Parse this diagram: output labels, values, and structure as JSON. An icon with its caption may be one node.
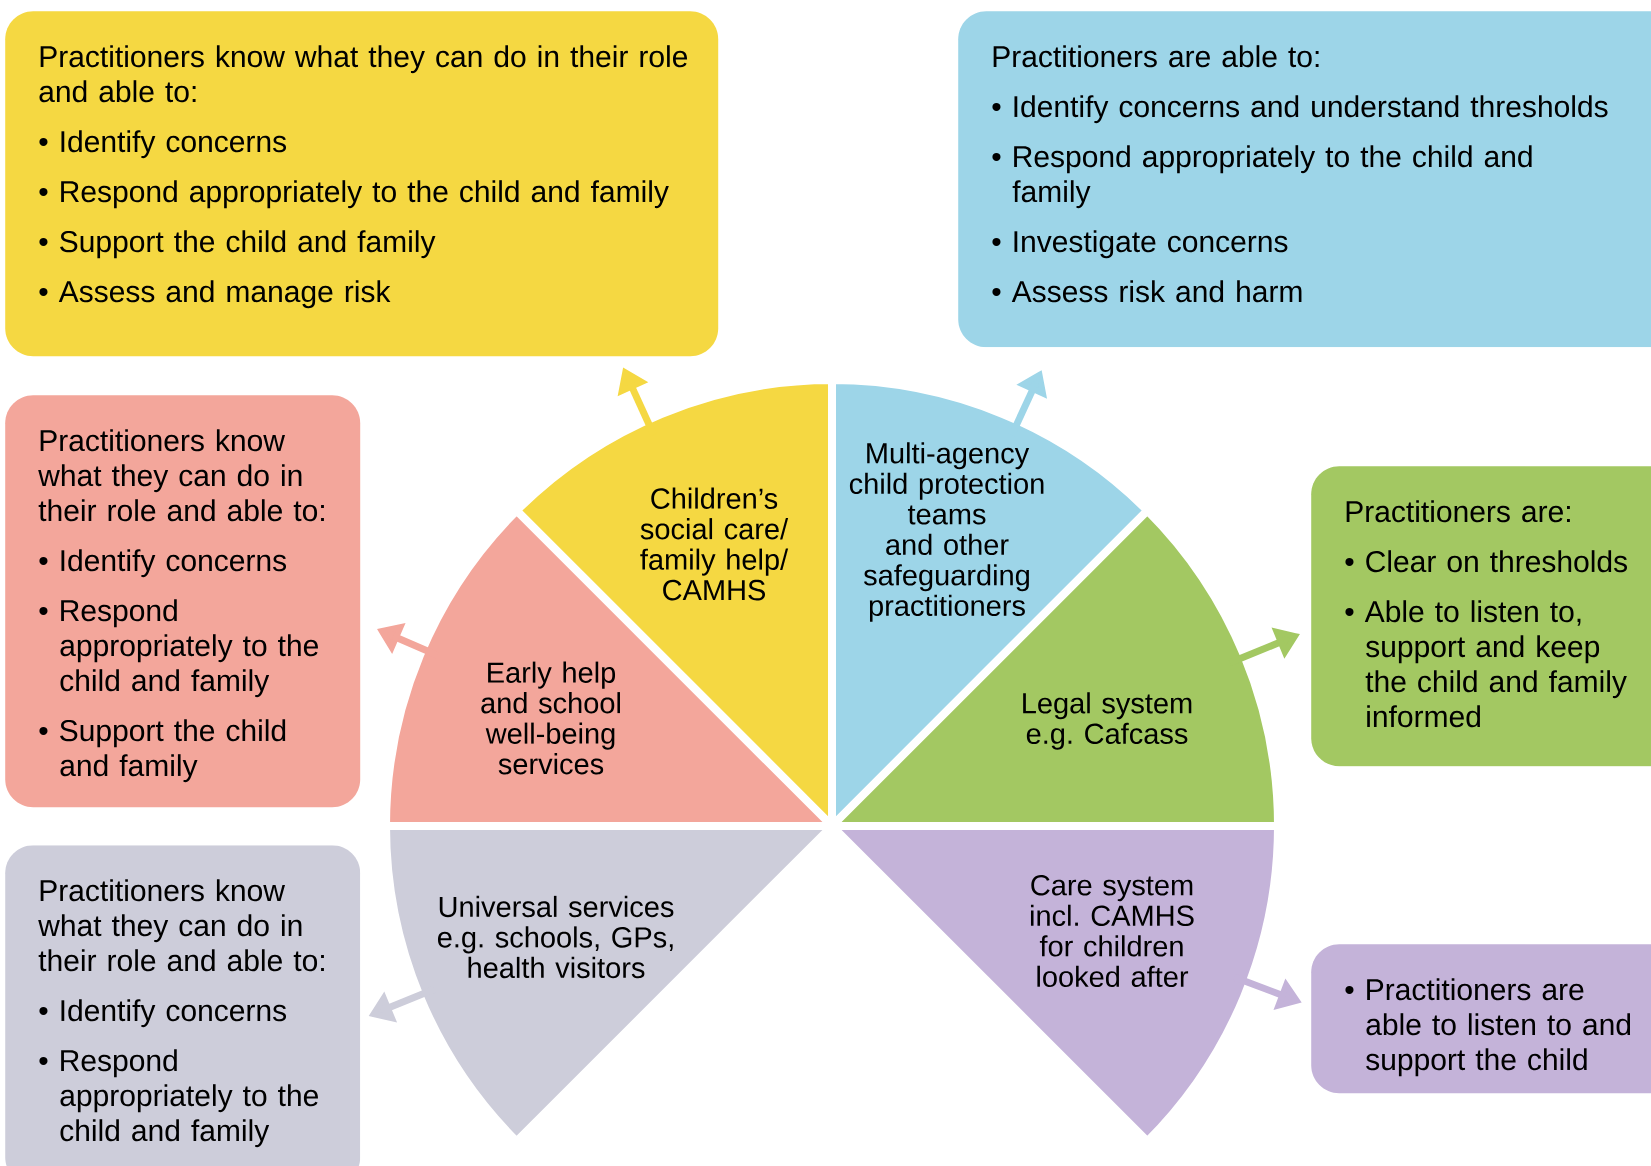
{
  "diagram": {
    "nodes": [
      {
        "text": [
          "Practitioners know what they can do in their role and able to:",
          "• Identify concerns",
          "• Respond appropriately to the child and family",
          "• Support the child and family",
          "• Assess and manage risk"
        ]
      },
      {
        "text": [
          "Practitioners are able to:",
          "• Identify concerns and understand thresholds",
          "• Respond appropriately to the child and family",
          "• Investigate concerns",
          "• Assess risk and harm"
        ]
      },
      {
        "text": [
          "Children’s social care/ family help/ CAMHS"
        ]
      },
      {
        "text": [
          "Multi-agency child protection teams and other safeguarding practitioners"
        ]
      },
      {
        "text": [
          "Practitioners know what they can do in their role and able to:",
          "• Identify concerns",
          "• Respond appropriately to the child and family",
          "• Support the child and family"
        ]
      },
      {
        "text": [
          "Early help and school well-being services"
        ]
      },
      {
        "text": [
          "Practitioners are:",
          "• Clear on thresholds",
          "• Able to listen to, support and keep the child and family informed"
        ]
      },
      {
        "text": [
          "Legal system e.g. Cafcass"
        ]
      },
      {
        "text": [
          "Practitioners know what they can do in their role and able to:",
          "• Identify concerns",
          "• Respond appropriately to the child and family"
        ]
      },
      {
        "text": [
          "Universal services e.g. schools, GPs, health visitors"
        ]
      },
      {
        "text": [
          "Care system incl. CAMHS for children looked after"
        ]
      },
      {
        "text": [
          "• Practitioners are able to listen to and support the child"
        ]
      }
    ],
    "edges": [
      {
        "from": 2,
        "to": 0,
        "arrow": "to",
        "color": "#f5d842"
      },
      {
        "from": 3,
        "to": 1,
        "arrow": "to",
        "color": "#9dd5e8"
      },
      {
        "from": 5,
        "to": 4,
        "arrow": "to",
        "color": "#f3a69b"
      },
      {
        "from": 7,
        "to": 6,
        "arrow": "to",
        "color": "#a3c862"
      },
      {
        "from": 9,
        "to": 8,
        "arrow": "to",
        "color": "#cdcdda"
      },
      {
        "from": 10,
        "to": 11,
        "arrow": "to",
        "color": "#c4b3d9"
      }
    ]
  }
}
